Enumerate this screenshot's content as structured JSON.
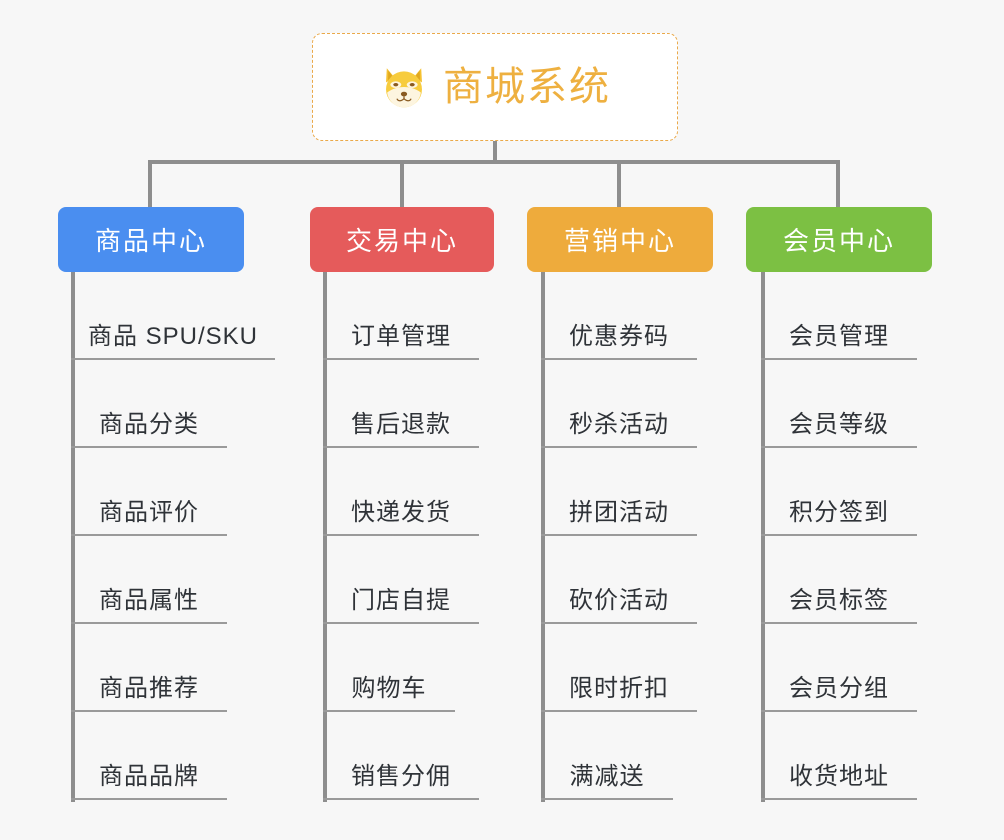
{
  "root": {
    "title": "商城系统",
    "icon": "shiba-dog-face-icon",
    "border_color": "#eaa94a",
    "text_color": "#eeb040",
    "background": "#ffffff"
  },
  "canvas": {
    "background": "#f7f7f7",
    "connector_color": "#8e8e8e",
    "item_rule_color": "#9a9a9a",
    "item_text_color": "#2f3338"
  },
  "branches": [
    {
      "label": "商品中心",
      "color": "#4a8ef0",
      "items": [
        "商品 SPU/SKU",
        "商品分类",
        "商品评价",
        "商品属性",
        "商品推荐",
        "商品品牌"
      ]
    },
    {
      "label": "交易中心",
      "color": "#e55b5b",
      "items": [
        "订单管理",
        "售后退款",
        "快递发货",
        "门店自提",
        "购物车",
        "销售分佣"
      ]
    },
    {
      "label": "营销中心",
      "color": "#eeab3c",
      "items": [
        "优惠券码",
        "秒杀活动",
        "拼团活动",
        "砍价活动",
        "限时折扣",
        "满减送"
      ]
    },
    {
      "label": "会员中心",
      "color": "#7cc043",
      "items": [
        "会员管理",
        "会员等级",
        "积分签到",
        "会员标签",
        "会员分组",
        "收货地址"
      ]
    }
  ]
}
